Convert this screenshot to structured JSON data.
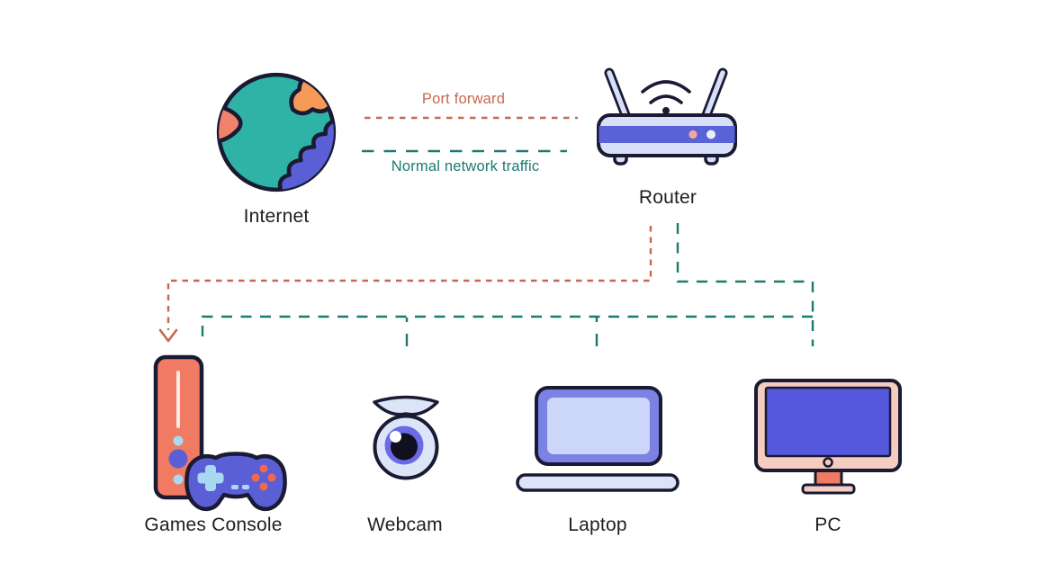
{
  "title": "Port forwarding network diagram",
  "css_vars": {
    "bg": "#FFFFFF",
    "text": "#1E1E1E",
    "outline": "#1A1A33",
    "port-forward": "#C5694E",
    "normal-traffic": "#1C7A6F",
    "globe-sea": "#2FB3A6",
    "globe-orange": "#F59B57",
    "globe-salmon": "#F0826B",
    "globe-blue": "#5A5FD6",
    "router-body": "#D8DFF8",
    "router-stripe": "#5A62D8",
    "led-pink": "#F2A79B",
    "led-pale": "#EAEFFC",
    "console-tower": "#F07B62",
    "console-slot": "#FBE9E3",
    "light-blue": "#A9D9F2",
    "indigo": "#5A5FD6",
    "button-orange": "#F0694C",
    "webcam-body": "#DCE4F8",
    "webcam-ring": "#6A6AE8",
    "pupil": "#10101F",
    "laptop-frame": "#7B82E4",
    "laptop-screen": "#CBD6F8",
    "pc-bezel": "#F5CDC0",
    "pc-screen": "#5558DC",
    "pc-stand": "#F07B62"
  },
  "flows": {
    "port_forward": {
      "label": "Port forward",
      "color": "#C5694E",
      "style": "dashed",
      "from": "Internet",
      "via": "Router",
      "targets": [
        "Games Console"
      ]
    },
    "normal_traffic": {
      "label": "Normal network traffic",
      "color": "#1C7A6F",
      "style": "dashed",
      "from": "Internet",
      "via": "Router",
      "targets": [
        "Games Console",
        "Webcam",
        "Laptop",
        "PC"
      ]
    }
  },
  "nodes": {
    "internet": {
      "label": "Internet",
      "icon": "globe-icon"
    },
    "router": {
      "label": "Router",
      "icon": "router-icon"
    },
    "games_console": {
      "label": "Games Console",
      "icon": "games-console-icon"
    },
    "webcam": {
      "label": "Webcam",
      "icon": "webcam-icon"
    },
    "laptop": {
      "label": "Laptop",
      "icon": "laptop-icon"
    },
    "pc": {
      "label": "PC",
      "icon": "pc-icon"
    }
  }
}
